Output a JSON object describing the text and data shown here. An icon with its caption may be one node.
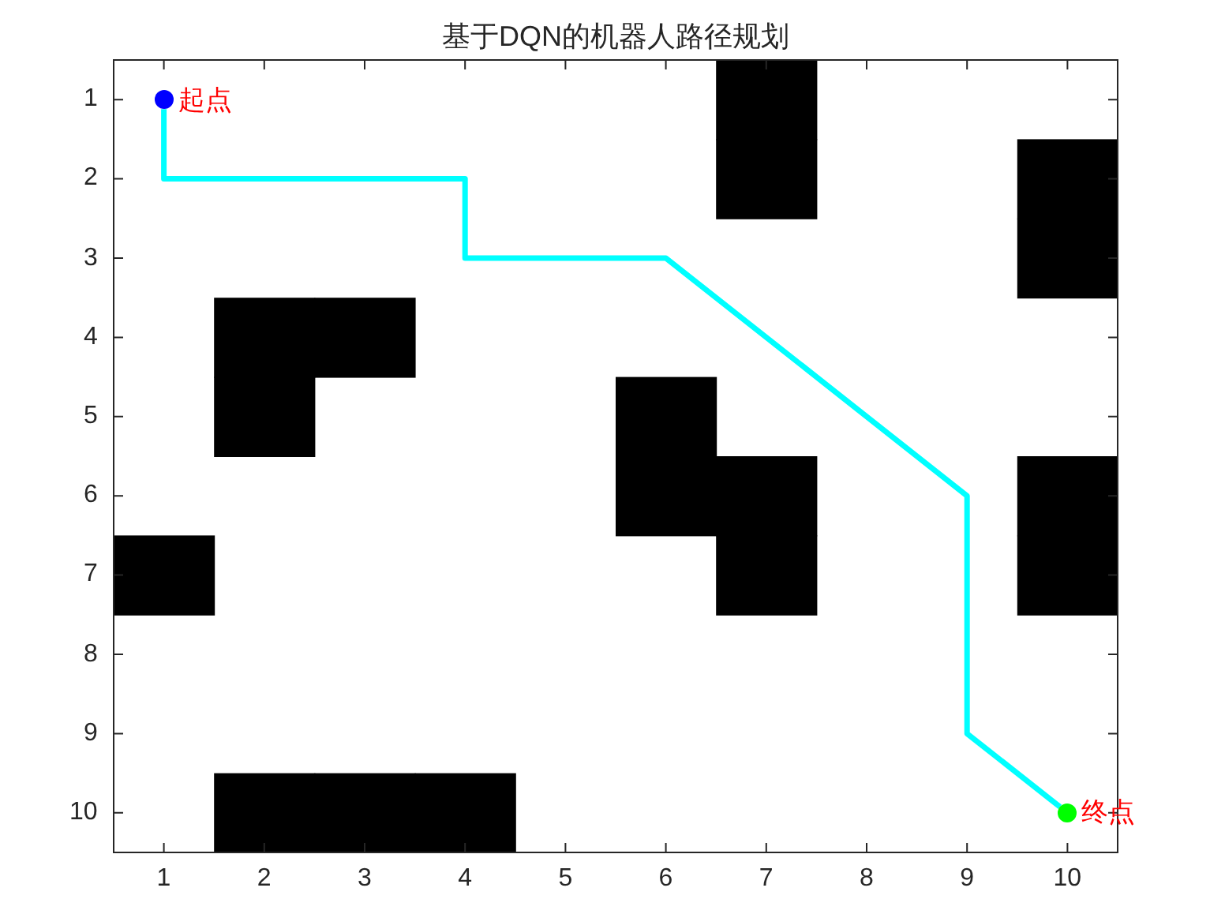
{
  "diagram": {
    "title": "基于DQN的机器人路径规划",
    "nodes": [
      {
        "text": [],
        "shape": "circle",
        "beside": [
          "起点"
        ]
      },
      {
        "text": [],
        "shape": "circle",
        "beside": [
          "终点"
        ]
      }
    ],
    "edges": [
      {
        "from": 0,
        "to": 1,
        "arrow": "none",
        "color": "#00ffff"
      }
    ],
    "labels": [
      "1",
      "2",
      "3",
      "4",
      "5",
      "6",
      "7",
      "8",
      "9",
      "10",
      "1",
      "2",
      "3",
      "4",
      "5",
      "6",
      "7",
      "8",
      "9",
      "10"
    ]
  }
}
